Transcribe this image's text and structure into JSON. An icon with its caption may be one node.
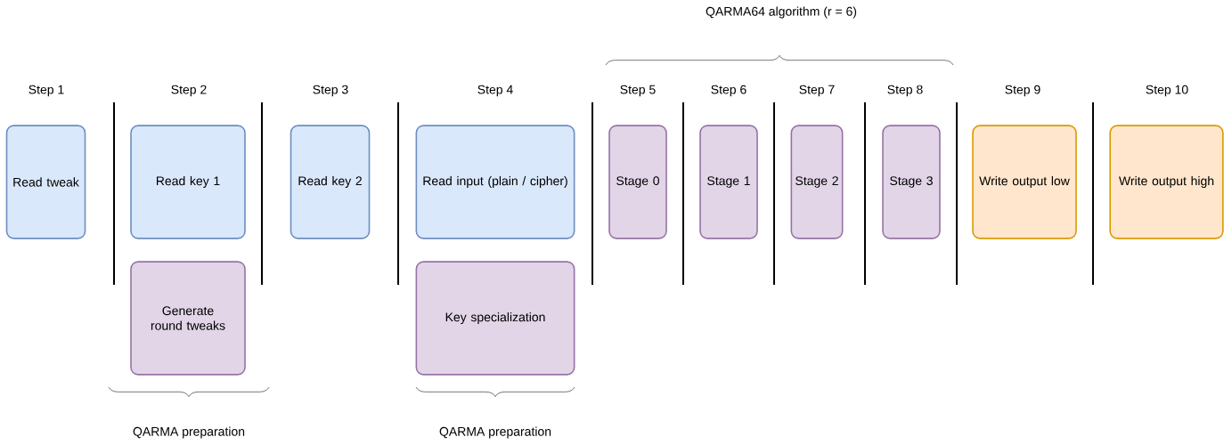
{
  "diagram": {
    "nodes": [
      {
        "text": [
          "Read tweak"
        ]
      },
      {
        "text": [
          "Read key 1"
        ]
      },
      {
        "text": [
          "Generate round tweaks"
        ]
      },
      {
        "text": [
          "Read key 2"
        ]
      },
      {
        "text": [
          "Read input (plain / cipher)"
        ]
      },
      {
        "text": [
          "Key specialization"
        ]
      },
      {
        "text": [
          "Stage 0"
        ]
      },
      {
        "text": [
          "Stage 1"
        ]
      },
      {
        "text": [
          "Stage 2"
        ]
      },
      {
        "text": [
          "Stage 3"
        ]
      },
      {
        "text": [
          "Write output low"
        ]
      },
      {
        "text": [
          "Write output high"
        ]
      }
    ],
    "labels": [
      "QARMA64 algorithm (r = 6)",
      "Step 1",
      "Step 2",
      "Step 3",
      "Step 4",
      "Step 5",
      "Step 6",
      "Step 7",
      "Step 8",
      "Step 9",
      "Step 10",
      "QARMA preparation",
      "QARMA preparation"
    ]
  }
}
